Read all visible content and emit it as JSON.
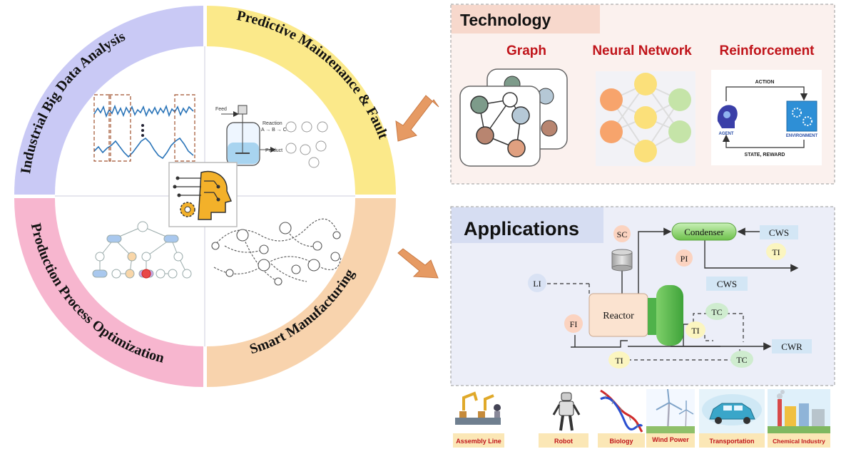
{
  "wheel": {
    "quadrants": [
      {
        "label": "Industrial Big Data Analysis",
        "color": "#c9c9f5"
      },
      {
        "label": "Predictive Maintenance & Fault",
        "color": "#fbe98a"
      },
      {
        "label": "Production Process Optimization",
        "color": "#f7b6cf"
      },
      {
        "label": "Smart Manufacturing",
        "color": "#f8d3ad"
      }
    ],
    "center_icon": "ai-brain-gear-icon"
  },
  "sketches": {
    "reactor": {
      "feed": "Feed",
      "reaction_line1": "Reaction",
      "reaction_line2": "A → B → C",
      "product": "Product"
    }
  },
  "technology": {
    "title": "Technology",
    "items": [
      {
        "label": "Graph",
        "icon": "graph-network-icon"
      },
      {
        "label": "Neural Network",
        "icon": "neural-network-icon"
      },
      {
        "label": "Reinforcement",
        "icon": "reinforcement-loop-icon"
      }
    ],
    "rl": {
      "action": "ACTION",
      "state_reward": "STATE, REWARD",
      "agent": "AGENT",
      "environment": "ENVIRONMENT"
    }
  },
  "applications": {
    "title": "Applications",
    "process": {
      "sc": "SC",
      "condenser": "Condenser",
      "cws_top": "CWS",
      "pi": "PI",
      "ti_right": "TI",
      "li": "LI",
      "cws_mid": "CWS",
      "reactor": "Reactor",
      "fi": "FI",
      "tc_upper": "TC",
      "ti_mid": "TI",
      "cwr": "CWR",
      "ti_bottom": "TI",
      "tc_lower": "TC"
    },
    "tiles": [
      "Assembly Line",
      "Robot",
      "Biology",
      "Wind Power",
      "Transportation",
      "Chemical Industry"
    ]
  },
  "colors": {
    "accent_red": "#c0141a",
    "panel_bg_top": "#fbf1ee",
    "panel_bg_bottom": "#eceef8",
    "arrow": "#e69a63"
  }
}
